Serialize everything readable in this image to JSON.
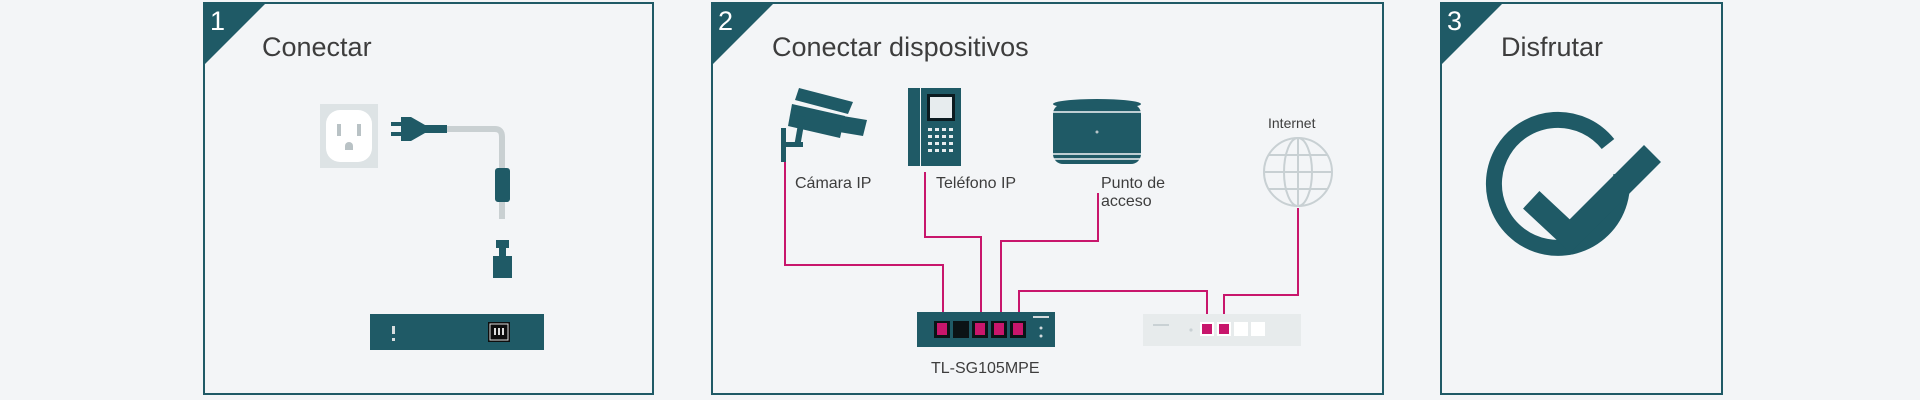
{
  "colors": {
    "teal": "#1f5a66",
    "cable": "#c8166c",
    "switch_gray": "#e7ebec",
    "background": "#f3f5f7"
  },
  "steps": [
    {
      "number": "1",
      "title": "Conectar"
    },
    {
      "number": "2",
      "title": "Conectar dispositivos"
    },
    {
      "number": "3",
      "title": "Disfrutar"
    }
  ],
  "devices": {
    "camera": "Cámara IP",
    "phone": "Teléfono IP",
    "access_point_line1": "Punto de",
    "access_point_line2": "acceso",
    "internet": "Internet",
    "switch_model": "TL-SG105MPE"
  },
  "icons": [
    "power-outlet-icon",
    "power-plug-icon",
    "ip-camera-icon",
    "ip-phone-icon",
    "access-point-icon",
    "globe-icon",
    "switch-icon",
    "router-icon",
    "check-circle-icon"
  ]
}
